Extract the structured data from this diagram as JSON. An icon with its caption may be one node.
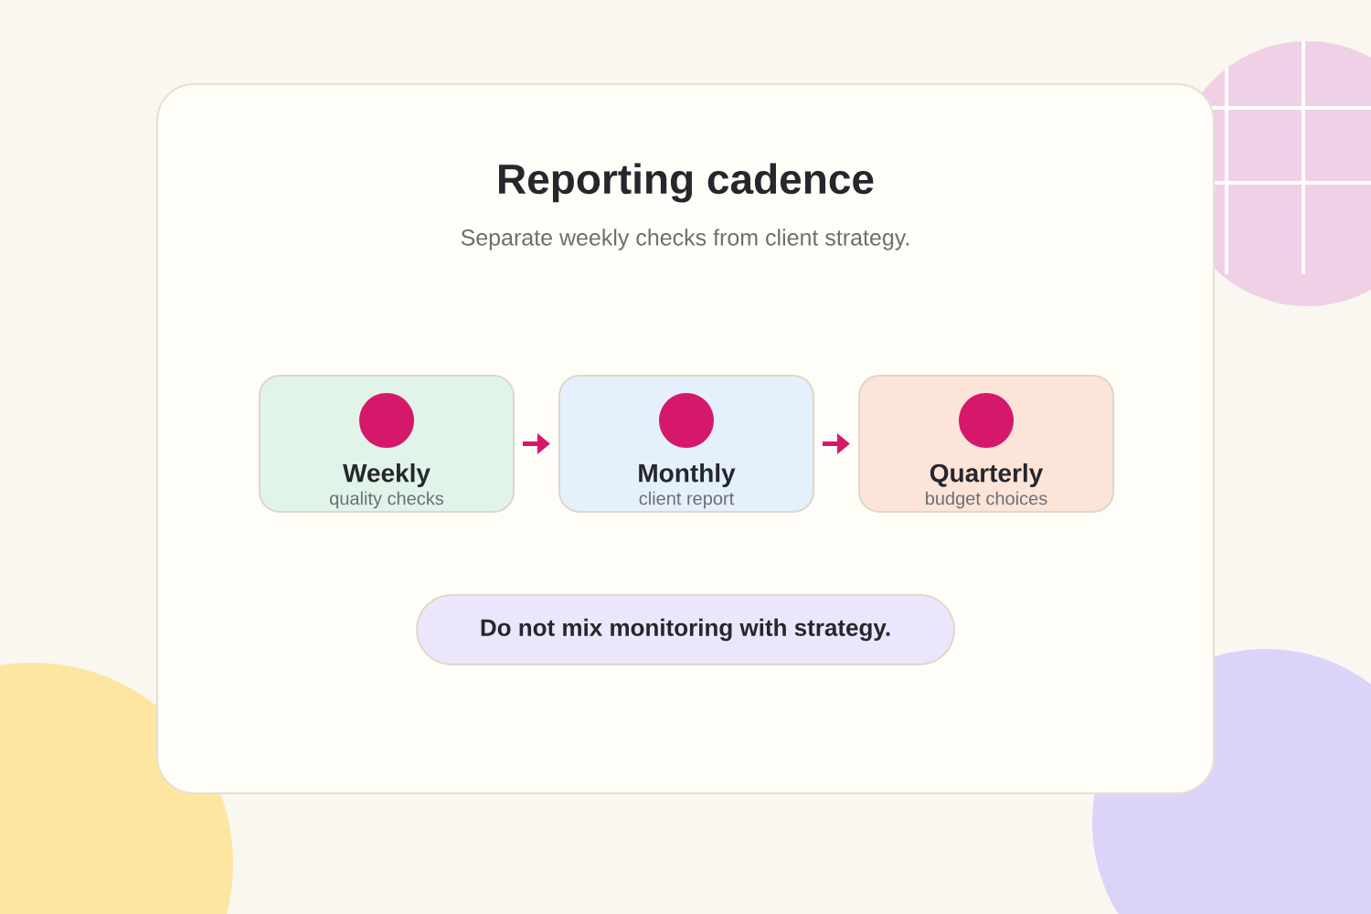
{
  "diagram": {
    "title": "Reporting cadence",
    "nodes": [
      {
        "text": [
          "Weekly",
          "quality checks"
        ]
      },
      {
        "text": [
          "Monthly",
          "client report"
        ]
      },
      {
        "text": [
          "Quarterly",
          "budget choices"
        ]
      },
      {
        "text": [
          "Do not mix monitoring with strategy."
        ]
      }
    ],
    "edges": [
      {
        "from": 0,
        "to": 1,
        "arrow": "to"
      },
      {
        "from": 1,
        "to": 2,
        "arrow": "to"
      }
    ],
    "labels": [
      "Separate weekly checks from client strategy."
    ]
  }
}
